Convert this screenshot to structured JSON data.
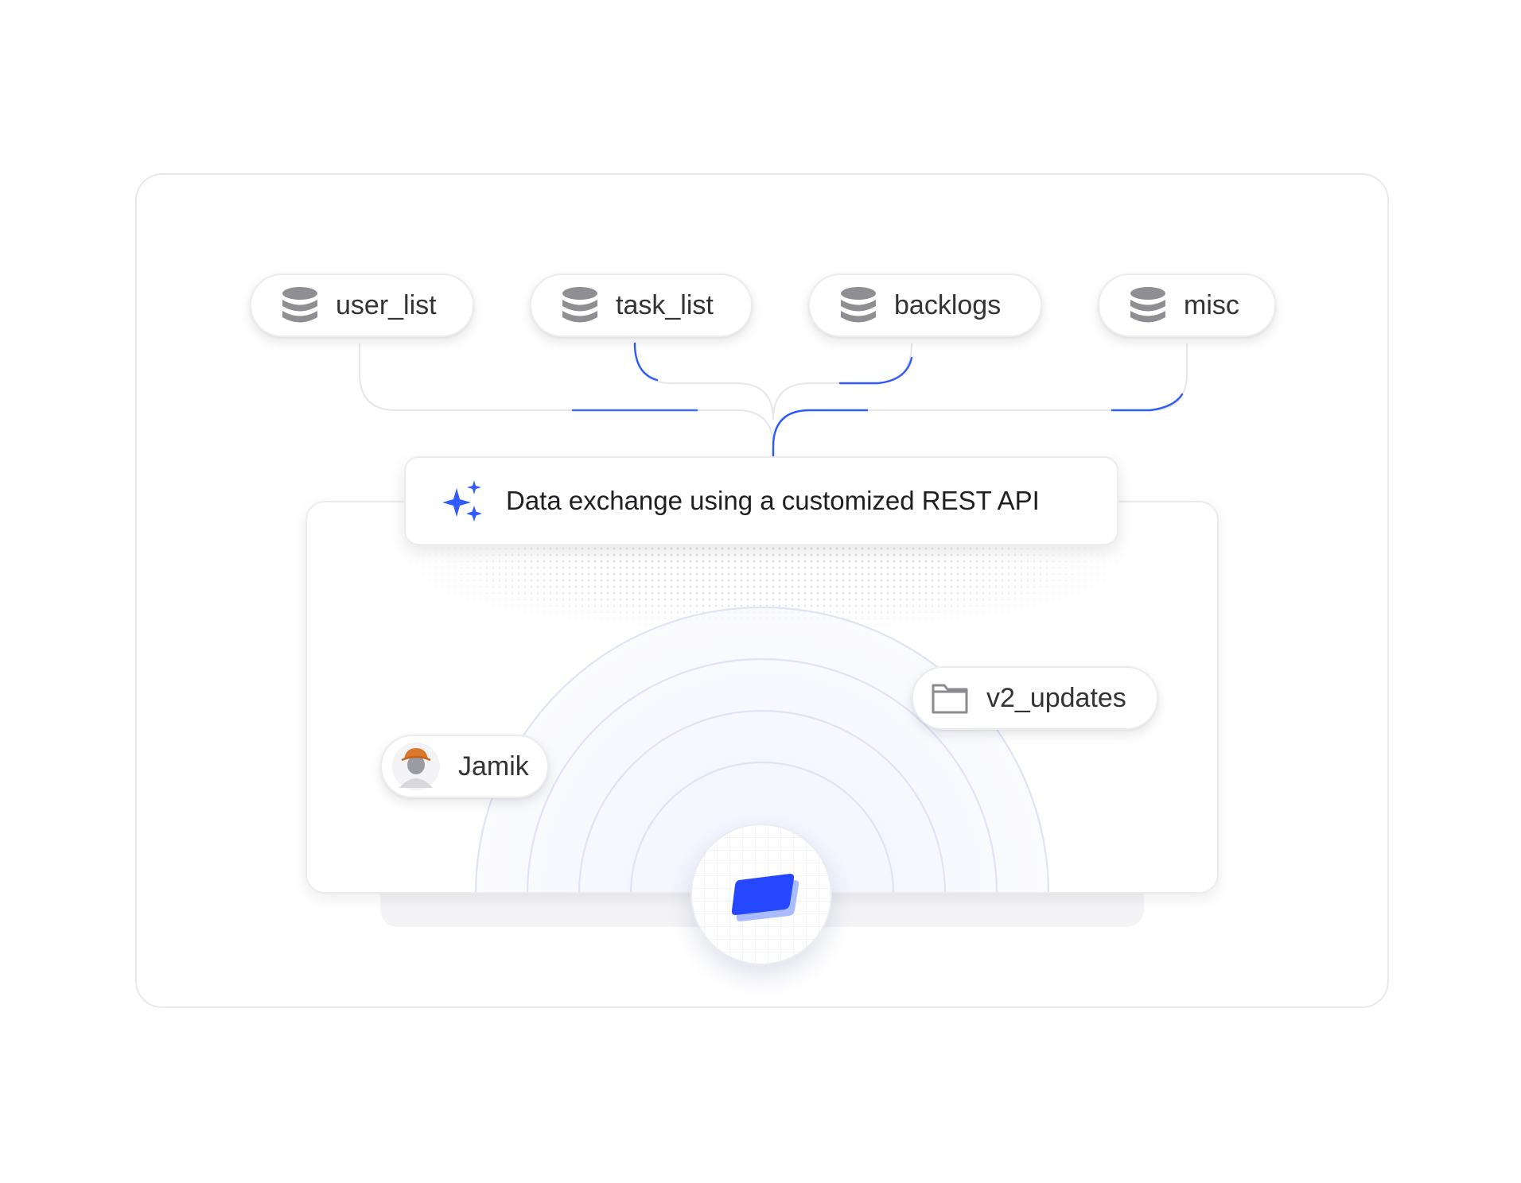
{
  "sources": [
    {
      "label": "user_list",
      "icon": "database-icon"
    },
    {
      "label": "task_list",
      "icon": "database-icon"
    },
    {
      "label": "backlogs",
      "icon": "database-icon"
    },
    {
      "label": "misc",
      "icon": "database-icon"
    }
  ],
  "api_card": {
    "label": "Data exchange using a customized REST API",
    "icon": "sparkles-icon"
  },
  "folder_chip": {
    "label": "v2_updates",
    "icon": "folder-icon"
  },
  "user_chip": {
    "label": "Jamik",
    "icon": "avatar"
  },
  "hub": {
    "icon": "app-logo-icon"
  },
  "colors": {
    "accent": "#2f5bff",
    "line": "#e6e6ea",
    "text": "#333333"
  }
}
